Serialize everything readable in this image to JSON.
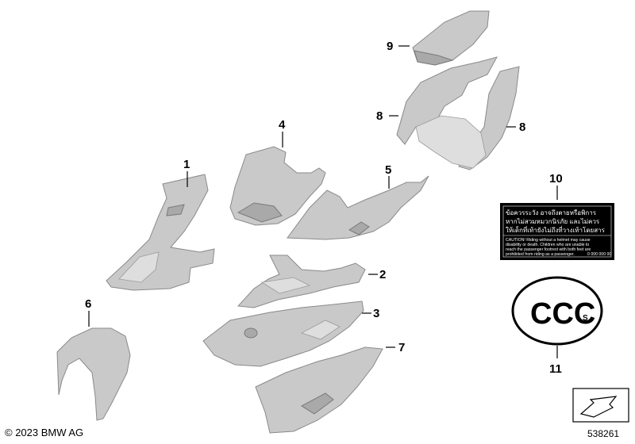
{
  "callouts": [
    {
      "id": "1",
      "label": "1"
    },
    {
      "id": "2",
      "label": "2"
    },
    {
      "id": "3",
      "label": "3"
    },
    {
      "id": "4",
      "label": "4"
    },
    {
      "id": "5",
      "label": "5"
    },
    {
      "id": "6",
      "label": "6"
    },
    {
      "id": "7",
      "label": "7"
    },
    {
      "id": "8a",
      "label": "8"
    },
    {
      "id": "8b",
      "label": "8"
    },
    {
      "id": "9",
      "label": "9"
    },
    {
      "id": "10",
      "label": "10"
    },
    {
      "id": "11",
      "label": "11"
    }
  ],
  "warning_label": {
    "thai_line_1": "ข้อควรระวัง อาจถึงตายหรือพิการ",
    "thai_line_2": "หากไม่สวมหมวกนิรภัย และไม่ควร",
    "thai_line_3": "ให้เด็กที่เท้ายังไม่ถึงที่วางเท้าโดยสาร",
    "english_line_1": "CAUTION! Riding without a helmet may cause",
    "english_line_2": "disability or death. Children who are unable to",
    "english_line_3": "reach the passenger footrest with both feet are",
    "english_line_4": "prohibited from riding as a passenger.",
    "part_code": "0 000 000 00"
  },
  "ccc_mark": {
    "letters": "CCC",
    "suffix": "S"
  },
  "footer": {
    "copyright": "© 2023 BMW AG",
    "diagram_number": "538261"
  },
  "colors": {
    "part_fill": "#c9c9c9",
    "label_bg": "#000000"
  }
}
